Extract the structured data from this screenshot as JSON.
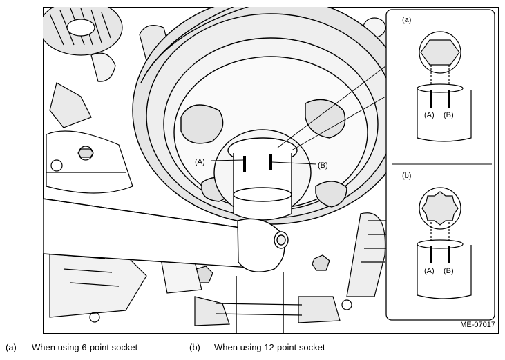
{
  "figure_code": "ME-07017",
  "callouts": {
    "a": "(A)",
    "b": "(B)"
  },
  "inset": {
    "top_tag": "(a)",
    "bottom_tag": "(b)",
    "top_labels": {
      "a": "(A)",
      "b": "(B)"
    },
    "bottom_labels": {
      "a": "(A)",
      "b": "(B)"
    }
  },
  "captions": [
    {
      "key": "(a)",
      "text": "When using 6-point socket"
    },
    {
      "key": "(b)",
      "text": "When using 12-point socket"
    }
  ]
}
